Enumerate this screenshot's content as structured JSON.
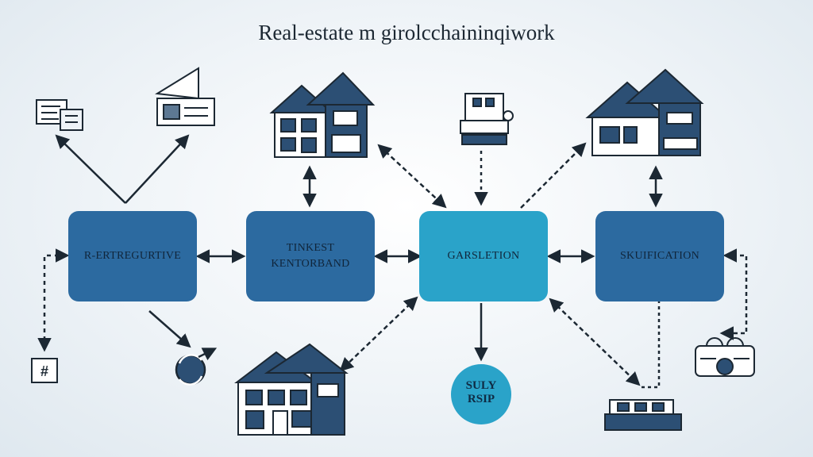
{
  "title": "Real-estate m girolcchaininqiwork",
  "nodes": [
    {
      "id": "n1",
      "label": "R-ΕRTREGURTIVE",
      "fill": "#2c6aa0"
    },
    {
      "id": "n2",
      "label": "TINKEST\nKENTORBAND",
      "fill": "#2c6aa0"
    },
    {
      "id": "n3",
      "label": "GARSLETION",
      "fill": "#2aa3c9"
    },
    {
      "id": "n4",
      "label": "SKUIFICATION",
      "fill": "#2c6aa0"
    }
  ],
  "badge": {
    "label": "SULY\nRSIP",
    "fill": "#2aa3c9"
  },
  "small_glyph": "#",
  "colors": {
    "dark": "#1c2833",
    "navy": "#2f4a66",
    "house_roof": "#2c4f74"
  },
  "icons": [
    "documents-icon",
    "blueprint-icon",
    "house-icon",
    "machine-icon",
    "house-icon",
    "hash-icon",
    "exchange-icon",
    "building-icon",
    "coin-bag-icon",
    "money-tray-icon"
  ]
}
